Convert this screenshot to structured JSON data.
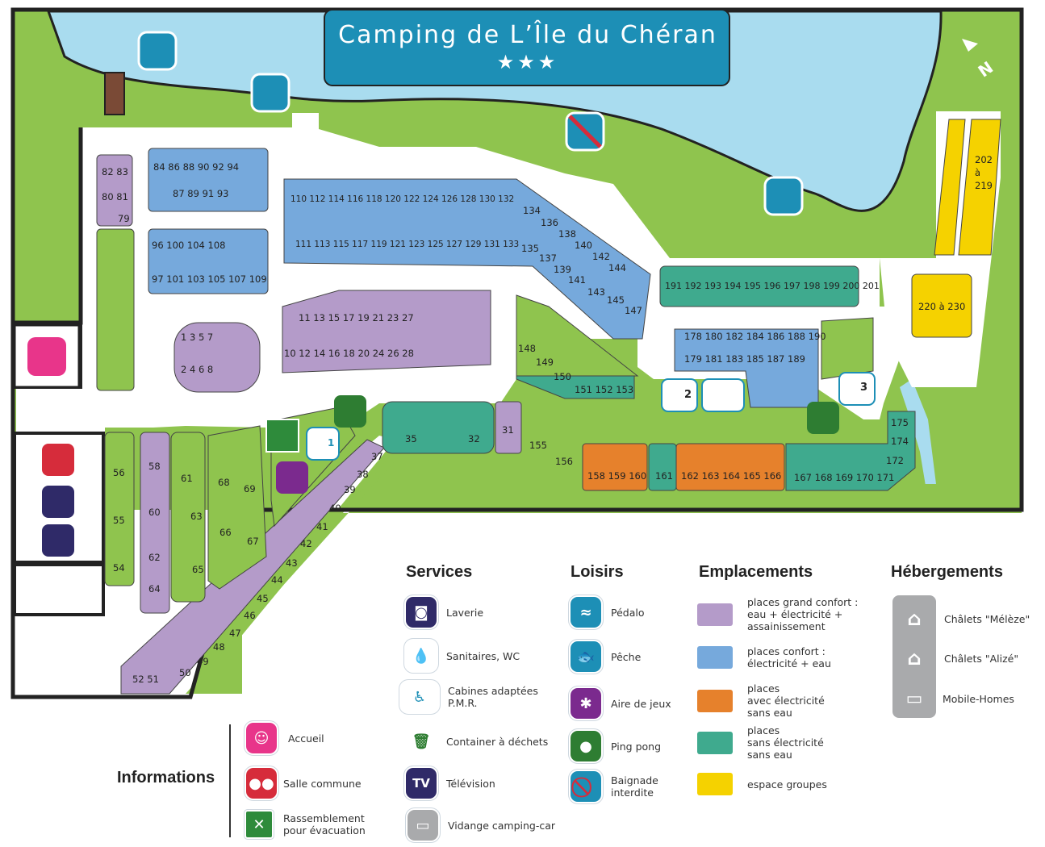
{
  "title": {
    "name": "Camping de L’Île du Chéran",
    "stars": "★★★"
  },
  "compass": {
    "label": "N"
  },
  "plot_numbers": {
    "p1": "82 83",
    "p2": "80  81",
    "p3": "79",
    "p4": "84  86  88  90  92  94",
    "p5": "87  89  91  93",
    "p6": "96      100      104      108",
    "p7": "97    101 103 105 107 109",
    "p8": "110 112 114 116 118 120  122   124   126   128   130   132",
    "p9": "111   113   115   117   119   121  123  125  127  129  131  133",
    "p10": "134",
    "p11": "136",
    "p12": "138",
    "p13": "140",
    "p14": "142",
    "p15": "144",
    "p16": "135",
    "p17": "137",
    "p18": "139",
    "p19": "141",
    "p20": "143",
    "p21": "145",
    "p22": "147",
    "p23": "191 192 193 194 195 196 197 198 199 200 201",
    "p24": "202\nà\n219",
    "p25": "220 à 230",
    "p26": "11     13     15     17     19     21     23     27",
    "p27": "10    12    14    16    18    20    24    26    28",
    "p28": "1    3    5    7",
    "p29": "2    4    6    8",
    "p30": "148",
    "p31": "149",
    "p32": "150",
    "p33": "151   152   153",
    "p34": "178 180 182 184 186 188 190",
    "p35": "179 181 183 185 187 189",
    "p36": "35",
    "p37": "32",
    "p38": "31",
    "p39": "155",
    "p40": "156",
    "p41": "158  159  160",
    "p42": "161",
    "p43": "162   163   164   165   166",
    "p44": "167   168   169   170   171",
    "p45": "175",
    "p46": "174",
    "p47": "172",
    "p48": "56",
    "p49": "55",
    "p50": "54",
    "p51": "58",
    "p52": "60",
    "p53": "62",
    "p54": "64",
    "p55": "61",
    "p56": "63",
    "p57": "65",
    "p58": "68",
    "p59": "69",
    "p60": "66",
    "p61": "67",
    "p62": "37",
    "p63": "38",
    "p64": "39",
    "p65": "40",
    "p66": "41",
    "p67": "42",
    "p68": "43",
    "p69": "44",
    "p70": "45",
    "p71": "46",
    "p72": "47",
    "p73": "48",
    "p74": "49",
    "p75": "50",
    "p76": "52   51",
    "s1": "1",
    "s2": "2",
    "s3": "3"
  },
  "legend": {
    "services": {
      "title": "Services",
      "items": [
        {
          "icon": "laundry-icon",
          "label": "Laverie"
        },
        {
          "icon": "water-drop-icon",
          "label": "Sanitaires, WC"
        },
        {
          "icon": "accessible-sanitary-icon",
          "label": "Cabines adaptées\nP.M.R."
        },
        {
          "icon": "waste-container-icon",
          "label": "Container à déchets"
        },
        {
          "icon": "tv-icon",
          "label": "Télévision"
        },
        {
          "icon": "camper-dump-icon",
          "label": "Vidange camping-car"
        }
      ]
    },
    "loisirs": {
      "title": "Loisirs",
      "items": [
        {
          "icon": "pedalo-icon",
          "label": "Pédalo"
        },
        {
          "icon": "fishing-icon",
          "label": "Pêche"
        },
        {
          "icon": "playground-icon",
          "label": "Aire de jeux"
        },
        {
          "icon": "ping-pong-icon",
          "label": "Ping pong"
        },
        {
          "icon": "no-swimming-icon",
          "label": "Baignade\ninterdite"
        }
      ]
    },
    "emplacements": {
      "title": "Emplacements",
      "items": [
        {
          "color": "#b49bc9",
          "label": "places grand confort :\neau + électricité +\nassainissement"
        },
        {
          "color": "#76a9dc",
          "label": "places confort :\nélectricité + eau"
        },
        {
          "color": "#e6812c",
          "label": "places\navec électricité\nsans eau"
        },
        {
          "color": "#3faa8e",
          "label": "places\nsans électricité\nsans eau"
        },
        {
          "color": "#f5d200",
          "label": "espace groupes"
        }
      ]
    },
    "hebergements": {
      "title": "Hébergements",
      "items": [
        {
          "icon": "chalet-meleze-icon",
          "label": "Châlets \"Mélèze\""
        },
        {
          "icon": "chalet-alize-icon",
          "label": "Châlets \"Alizé\""
        },
        {
          "icon": "mobile-home-icon",
          "label": "Mobile-Homes"
        }
      ]
    },
    "informations": {
      "title": "Informations",
      "items": [
        {
          "icon": "reception-icon",
          "label": "Accueil"
        },
        {
          "icon": "common-room-icon",
          "label": "Salle commune"
        },
        {
          "icon": "assembly-point-icon",
          "label": "Rassemblement\npour évacuation"
        }
      ]
    }
  },
  "colors": {
    "water": "#a9dcef",
    "grass": "#8fc44e",
    "path": "#ffffff",
    "purple": "#b49bc9",
    "blue": "#76a9dc",
    "orange": "#e6812c",
    "teal": "#3faa8e",
    "yellow": "#f5d200",
    "title_bg": "#1d8fb6"
  }
}
